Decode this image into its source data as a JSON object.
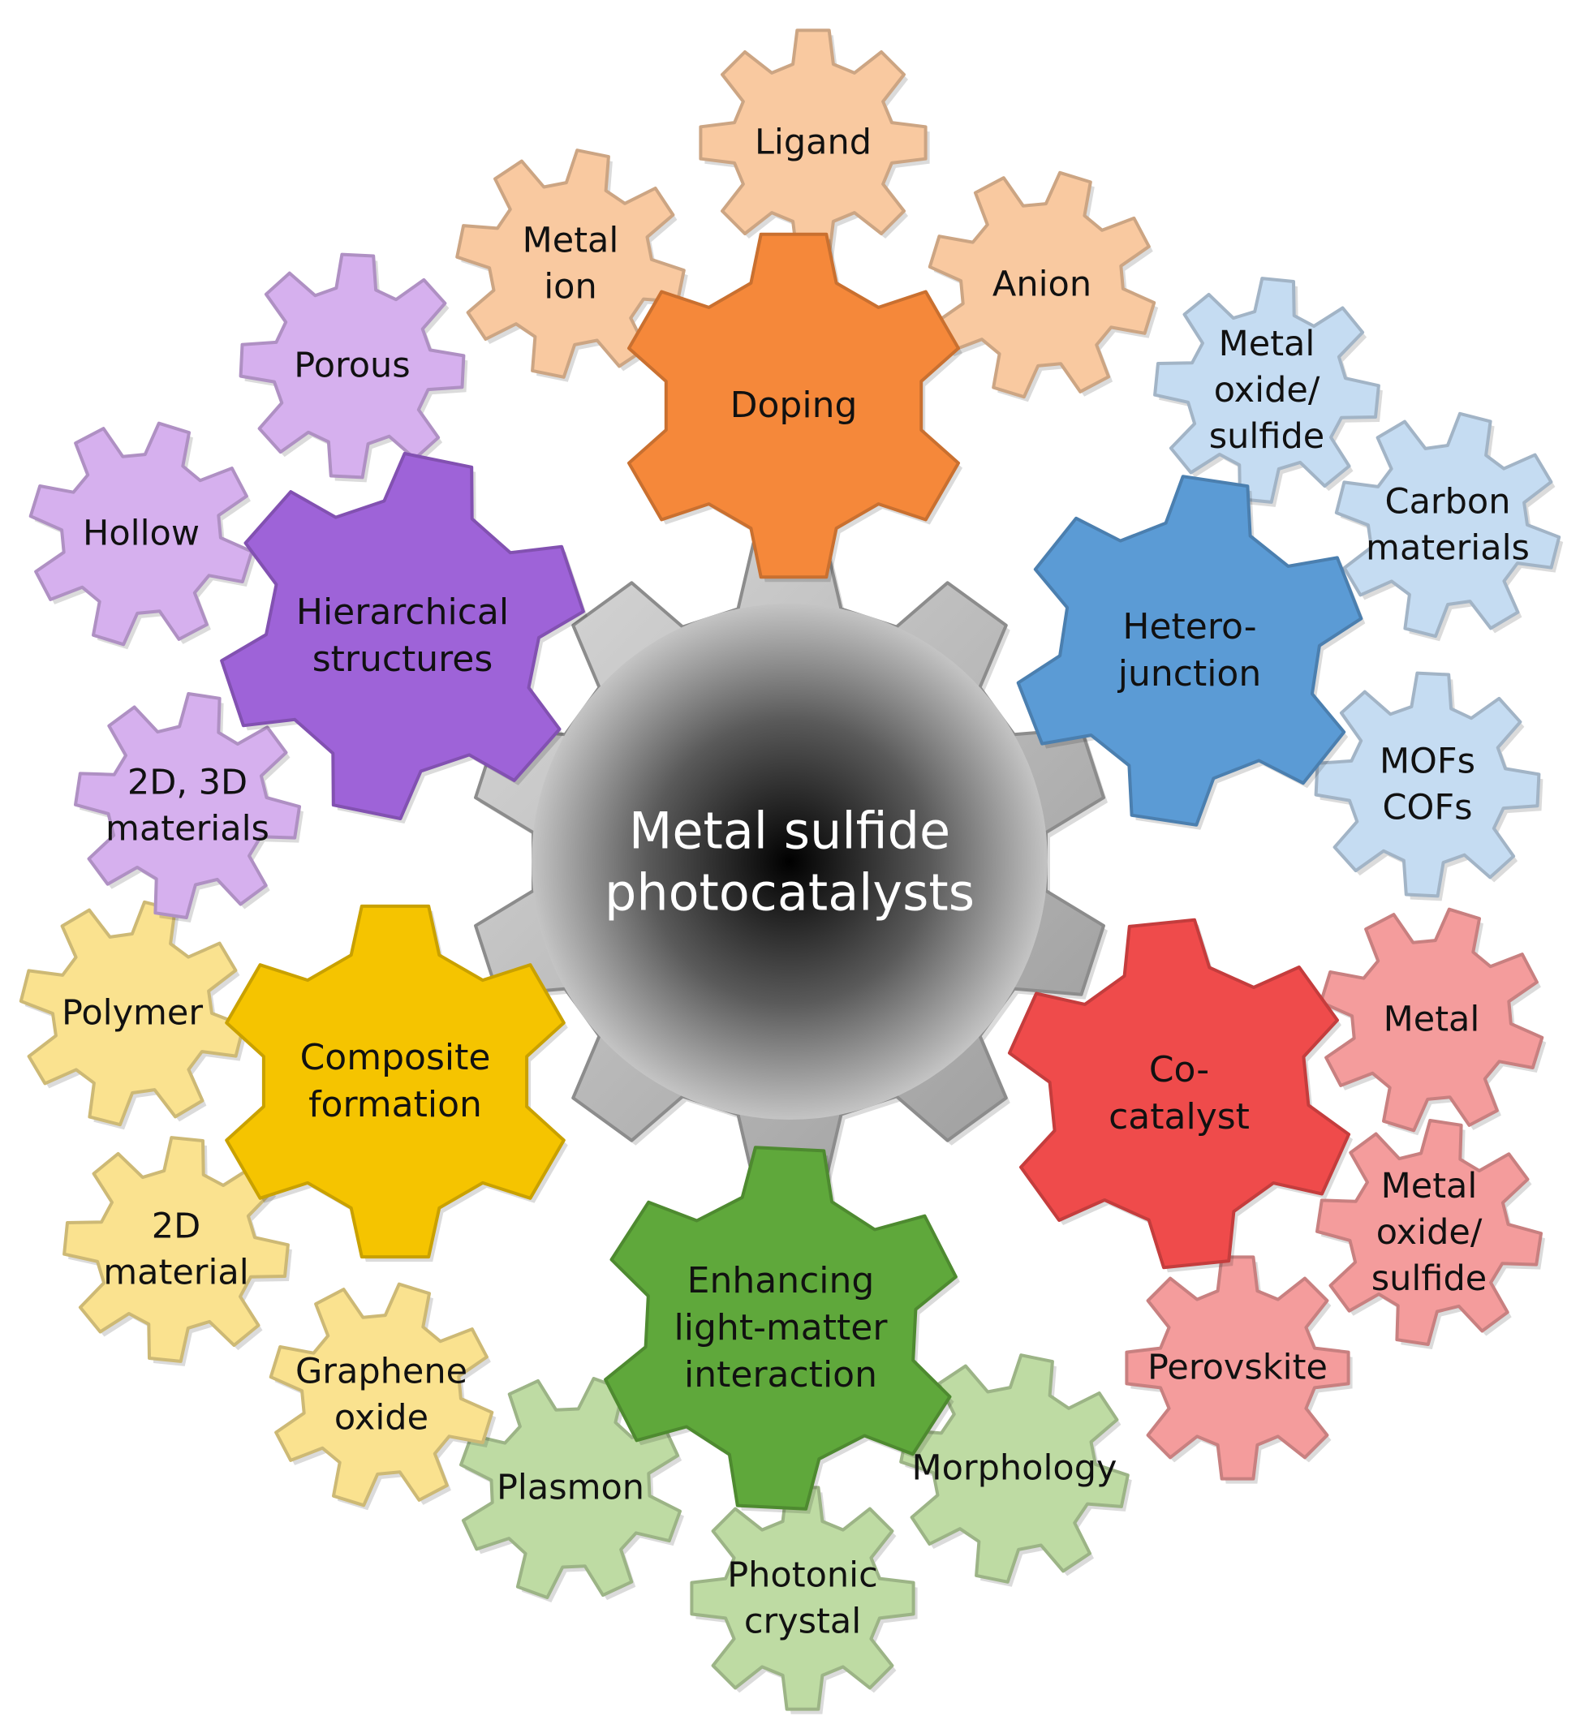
{
  "colors": {
    "center": "#8a8a8a",
    "doping": "#f5883a",
    "doping_light": "#f9c9a0",
    "heterojunction": "#5b9bd5",
    "heterojunction_light": "#c5dcf2",
    "cocatalyst": "#ef4b4b",
    "cocatalyst_light": "#f49c9c",
    "light": "#5fa83b",
    "light_light": "#bedba3",
    "composite": "#f5c400",
    "composite_light": "#fae28f",
    "hierarchical": "#9e63d8",
    "hierarchical_light": "#d6b0ee"
  },
  "center": {
    "lines": [
      "Metal sulfide",
      "photocatalysts"
    ]
  },
  "main": {
    "doping": {
      "lines": [
        "Doping"
      ]
    },
    "heterojunction": {
      "lines": [
        "Hetero-",
        "junction"
      ]
    },
    "cocatalyst": {
      "lines": [
        "Co-",
        "catalyst"
      ]
    },
    "light": {
      "lines": [
        "Enhancing",
        "light-matter",
        "interaction"
      ]
    },
    "composite": {
      "lines": [
        "Composite",
        "formation"
      ]
    },
    "hierarchical": {
      "lines": [
        "Hierarchical",
        "structures"
      ]
    }
  },
  "sub": {
    "doping": {
      "metal_ion": {
        "lines": [
          "Metal",
          "ion"
        ]
      },
      "ligand": {
        "lines": [
          "Ligand"
        ]
      },
      "anion": {
        "lines": [
          "Anion"
        ]
      }
    },
    "heterojunction": {
      "metal_oxide": {
        "lines": [
          "Metal",
          "oxide/",
          "sulfide"
        ]
      },
      "carbon": {
        "lines": [
          "Carbon",
          "materials"
        ]
      },
      "mofs": {
        "lines": [
          "MOFs",
          "COFs"
        ]
      }
    },
    "cocatalyst": {
      "metal": {
        "lines": [
          "Metal"
        ]
      },
      "metal_oxide": {
        "lines": [
          "Metal",
          "oxide/",
          "sulfide"
        ]
      },
      "perovskite": {
        "lines": [
          "Perovskite"
        ]
      }
    },
    "light": {
      "morphology": {
        "lines": [
          "Morphology"
        ]
      },
      "photonic": {
        "lines": [
          "Photonic",
          "crystal"
        ]
      },
      "plasmon": {
        "lines": [
          "Plasmon"
        ]
      }
    },
    "composite": {
      "polymer": {
        "lines": [
          "Polymer"
        ]
      },
      "material_2d": {
        "lines": [
          "2D",
          "material"
        ]
      },
      "graphene": {
        "lines": [
          "Graphene",
          "oxide"
        ]
      }
    },
    "hierarchical": {
      "porous": {
        "lines": [
          "Porous"
        ]
      },
      "hollow": {
        "lines": [
          "Hollow"
        ]
      },
      "materials_2d3d": {
        "lines": [
          "2D, 3D",
          "materials"
        ]
      }
    }
  }
}
